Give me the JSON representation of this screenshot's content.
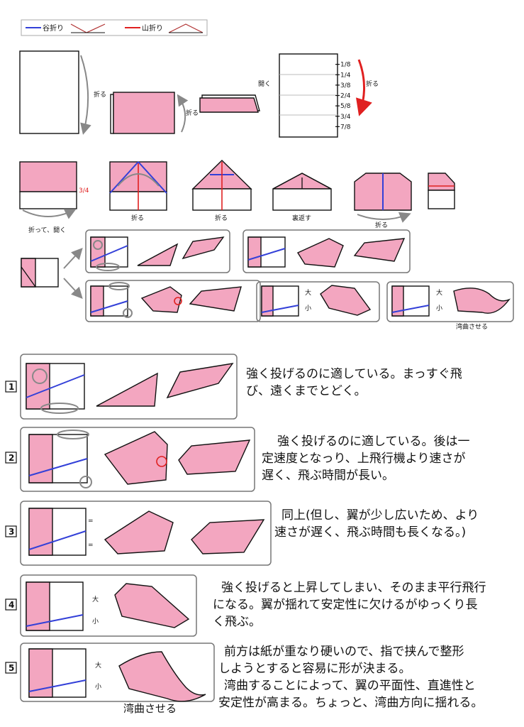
{
  "legend": {
    "valley_label": "谷折り",
    "mountain_label": "山折り",
    "valley_color": "#3340d8",
    "mountain_color": "#e02020"
  },
  "steps": {
    "fold1": "折る",
    "fold2": "折る",
    "open": "開く",
    "fold_red": "折る",
    "marks": [
      "1/8",
      "1/4",
      "3/8",
      "2/4",
      "5/8",
      "3/4",
      "7/8"
    ],
    "three_quarter": "3/4",
    "fold_open": "折って、開く",
    "fold3": "折る",
    "fold4": "折る",
    "turn_over": "裏返す",
    "fold5": "折る",
    "curve_top": "湾曲させる",
    "big_top_a": "大",
    "small_top_a": "小",
    "big_top_b": "大",
    "small_top_b": "小"
  },
  "variants": [
    {
      "num": "1",
      "lines": [
        "強く投げるのに適している。まっすぐ飛",
        "び、遠くまでとどく。"
      ]
    },
    {
      "num": "2",
      "lines": [
        "強く投げるのに適している。後は一",
        "定速度となっり、上飛行機より速さが",
        "遅く、飛ぶ時間が長い。"
      ]
    },
    {
      "num": "3",
      "lines": [
        "同上(但し、翼が少し広いため、より",
        "速さが遅く、飛ぶ時間も長くなる。)"
      ]
    },
    {
      "num": "4",
      "big": "大",
      "small": "小",
      "lines": [
        "強く投げると上昇してしまい、そのまま平行飛行",
        "になる。翼が揺れて安定性に欠けるがゆっくり長",
        "く飛ぶ。"
      ]
    },
    {
      "num": "5",
      "big": "大",
      "small": "小",
      "caption": "湾曲させる",
      "lines": [
        "前方は紙が重なり硬いので、指で挟んで整形",
        "しようとすると容易に形が決まる。",
        "湾曲することによって、翼の平面性、直進性と",
        "安定性が高まる。ちょっと、湾曲方向に揺れる。"
      ]
    }
  ]
}
